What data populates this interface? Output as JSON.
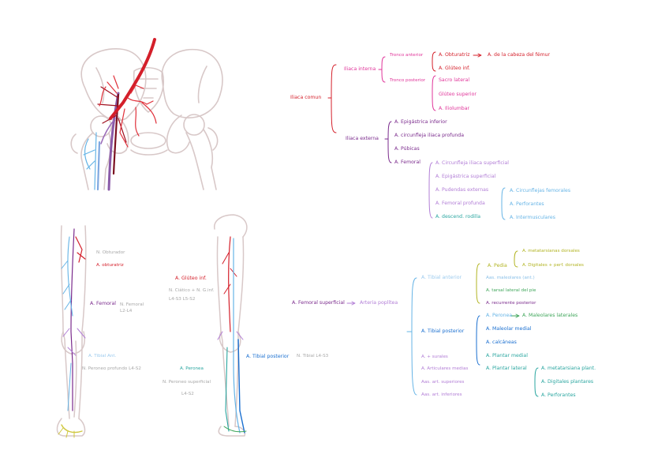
{
  "colors": {
    "red": "#d41f2a",
    "darkred": "#a01020",
    "magenta": "#e0359a",
    "purple": "#7a2a8c",
    "violet": "#b27ed6",
    "lightblue": "#66b4e6",
    "blue": "#1a6fd0",
    "teal": "#2aa6a0",
    "green": "#3fa65a",
    "yellowgreen": "#b2b423",
    "gray": "#a8a8a8",
    "bone": "#d8c8c8"
  },
  "pelvis_tree": {
    "root": "Iliaca comun",
    "interna": "Iliaca interna",
    "tronco_anterior": "Tronco anterior",
    "obturatriz": "A. Obturatriz",
    "obturatriz_target": "A. de la cabeza del fémur",
    "gluteo_inf": "A. Glúteo inf.",
    "tronco_posterior": "Tronco posterior",
    "sacro_lateral": "Sacro lateral",
    "gluteo_superior": "Glúteo superior",
    "iliolumbar": "A. Iliolumbar",
    "externa": "Iliaca externa",
    "epigastrica_inf": "A. Epigástrica inferior",
    "circunfleja_profunda": "A. circunfleja iliaca profunda",
    "pubicas": "A. Púbicas",
    "femoral": "A. Femoral",
    "femoral_branches": [
      "A. Circunfleja iliaca superficial",
      "A. Epigástrica superficial",
      "A. Pudendas externas",
      "A. Femoral profunda",
      "A. descend. rodilla"
    ],
    "profunda_branches": [
      "A. Circunflejas femorales",
      "A. Perforantes",
      "A. Intermusculares"
    ]
  },
  "leg_tree": {
    "femoral_superficial": "A. Femoral superficial",
    "poplitea": "Arteria poplítea",
    "tibial_anterior": "A. Tibial anterior",
    "pedia": "A. Pedia",
    "metatarsianas_dorsales": "A. metatarsianas dorsales",
    "digitales_dorsales": "A. Digitales + perf. dorsales",
    "maleolares_ant": "Aas. maleolares (ant.)",
    "tarsal": "A. tarsal lateral del pie",
    "recurrente_post": "A. recurrente posterior",
    "tibial_posterior": "A. Tibial posterior",
    "peronea": "A. Peronea",
    "maleolares_laterales": "A. Maleolares laterales",
    "maleolar_medial": "A. Maleolar medial",
    "calcaneas": "A. calcáneas",
    "plantar_medial": "A. Plantar medial",
    "plantar_lateral": "A. Plantar lateral",
    "metatarsiana_plant": "A. metatarsiana plant.",
    "digitales_plantares": "A. Digitales plantares",
    "perforantes": "A. Perforantes",
    "surales": "A. + surales",
    "articulares_medias": "A. Articulares medias",
    "art_superiores": "Aas. art. superiores",
    "art_inferiores": "Aas. art. inferiores"
  },
  "fig_labels": {
    "n_obturador": "N. Obturador",
    "a_obturatriz": "A. obturatriz",
    "gluteo_inf": "A. Glúteo inf.",
    "n_ciatico": "N. Ciático + N. G.inf.",
    "n_ciatico_roots": "L4-S3 L5-S2",
    "a_femoral": "A. Femoral",
    "n_femoral": "N. Femoral L2-L4",
    "a_tibial_ant": "A. Tibial Ant.",
    "n_peroneo_prof": "N. Peroneo profundo L4-S2",
    "a_peronea": "A. Peronea",
    "n_peroneo_sup": "N. Peroneo superficial",
    "n_peroneo_sup_roots": "L4-S2",
    "a_tibial_post": "A. Tibial posterior",
    "n_tibial": "N. Tibial L4-S3"
  }
}
